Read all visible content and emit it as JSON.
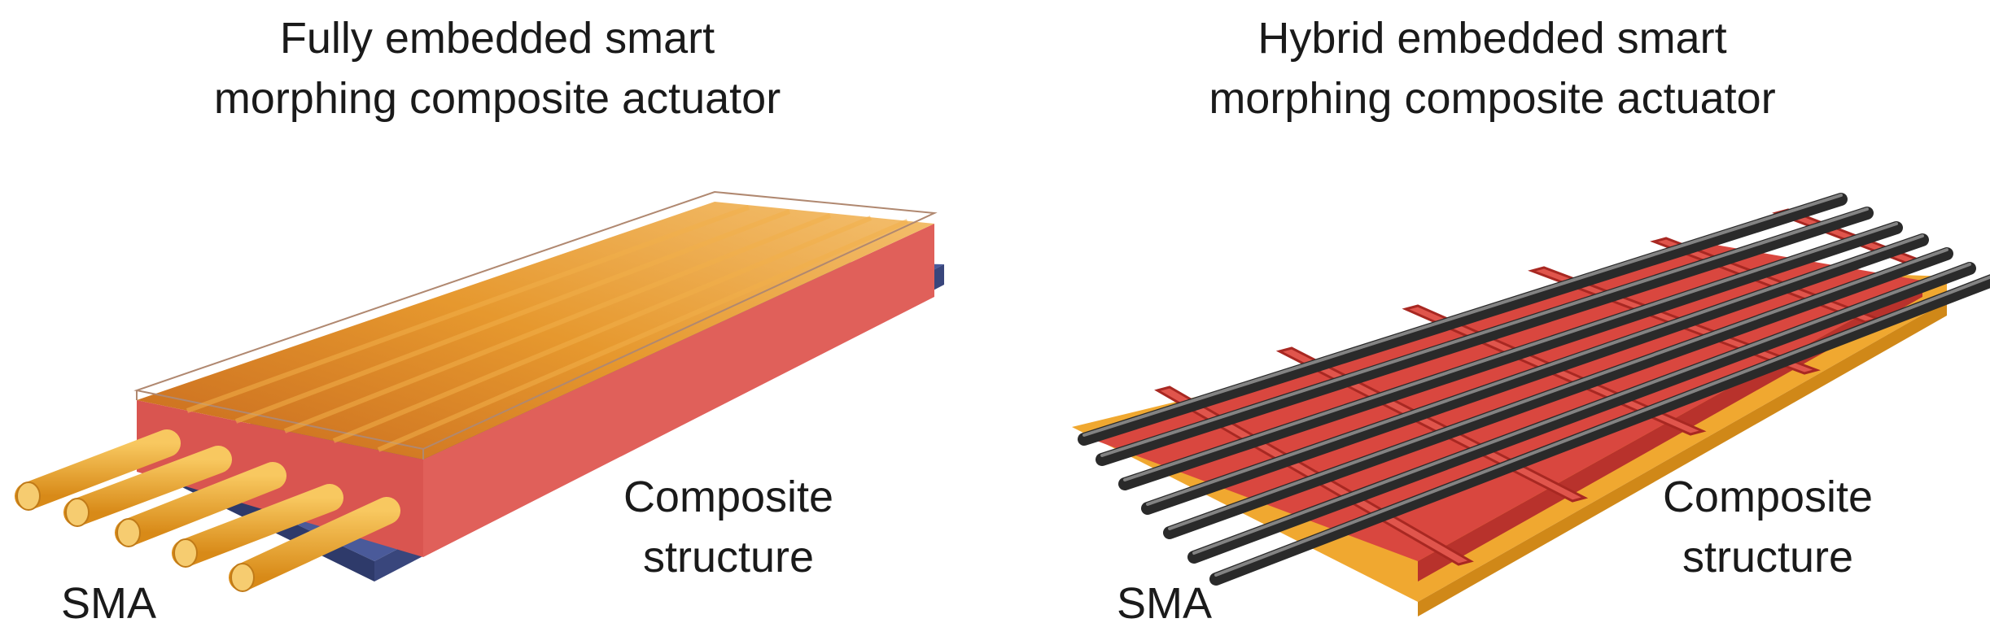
{
  "panels": [
    {
      "title_line1": "Fully embedded smart",
      "title_line2": "morphing composite actuator",
      "label_sma": "SMA",
      "label_composite_line1": "Composite",
      "label_composite_line2": "structure",
      "colors": {
        "wire": "#f0a830",
        "matrix": "#e0605a",
        "structure": "#4a5a9a"
      }
    },
    {
      "title_line1": "Hybrid embedded smart",
      "title_line2": "morphing composite actuator",
      "label_sma": "SMA",
      "label_composite_line1": "Composite",
      "label_composite_line2": "structure",
      "colors": {
        "wire": "#2a2a2a",
        "matrix": "#d9473f",
        "structure": "#f0a830"
      }
    }
  ]
}
